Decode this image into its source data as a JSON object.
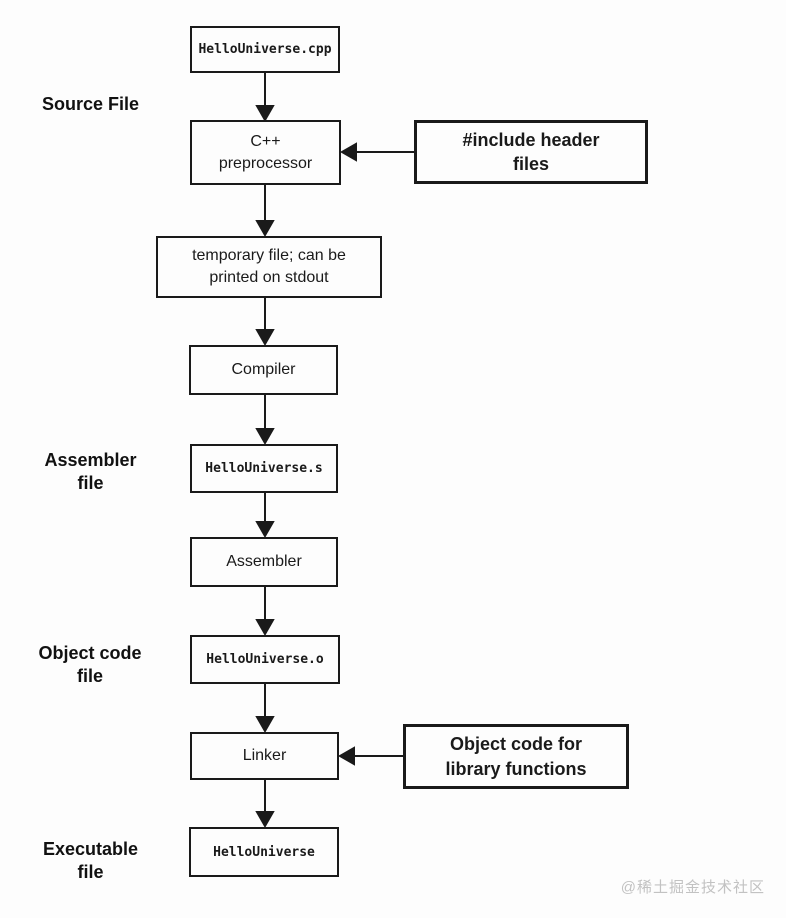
{
  "page": {
    "watermark": "@稀土掘金技术社区",
    "background_color": "#fdfdfd",
    "line_color": "#1a1a1a",
    "watermark_color": "#c2c2c2"
  },
  "diagram": {
    "description": "C++ compilation pipeline flowchart",
    "side_labels": {
      "source_file": "Source File",
      "assembler_file": "Assembler\nfile",
      "object_code_file": "Object code\nfile",
      "executable_file": "Executable\nfile"
    },
    "nodes": {
      "source_code": "HelloUniverse.cpp",
      "preprocessor": "C++\npreprocessor",
      "include_note": "#include header\nfiles",
      "temp_file": "temporary file; can be\nprinted on stdout",
      "compiler": "Compiler",
      "assembly_file": "HelloUniverse.s",
      "assembler": "Assembler",
      "object_file": "HelloUniverse.o",
      "linker": "Linker",
      "library_note": "Object code for\nlibrary functions",
      "executable": "HelloUniverse"
    }
  }
}
